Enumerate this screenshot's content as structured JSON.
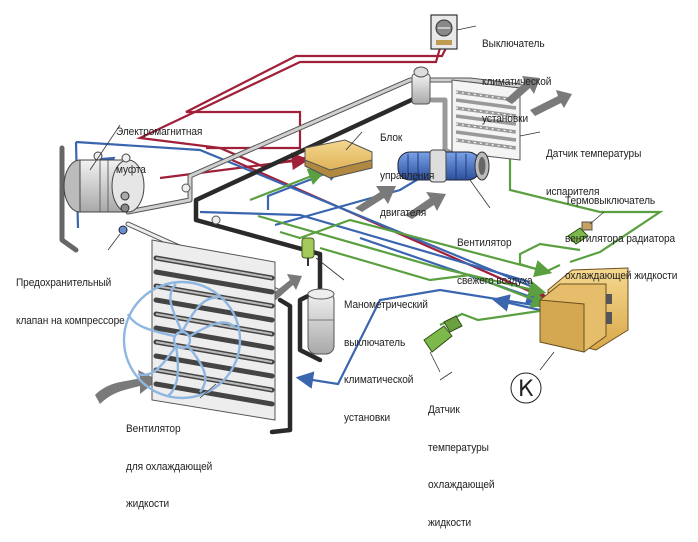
{
  "diagram": {
    "title": "",
    "labels": {
      "climate_switch": [
        "Выключатель",
        "климатической",
        "установки"
      ],
      "electromagnetic_clutch": [
        "Электромагнитная",
        "муфта"
      ],
      "engine_control_unit": [
        "Блок",
        "управления",
        "двигателя"
      ],
      "evaporator_temp_sensor": [
        "Датчик температуры",
        "испарителя"
      ],
      "radiator_fan_thermoswitch": [
        "Термовыключатель",
        "вентилятора радиатора",
        "охлаждающей жидкости"
      ],
      "fresh_air_fan": [
        "Вентилятор",
        "свежего воздуха"
      ],
      "compressor_relief_valve": [
        "Предохранительный",
        "клапан на компрессоре"
      ],
      "pressure_switch": [
        "Манометрический",
        "выключатель",
        "климатической",
        "установки"
      ],
      "coolant_temp_sensor": [
        "Датчик",
        "температуры",
        "охлаждающей",
        "жидкости"
      ],
      "coolant_fan": [
        "Вентилятор",
        "для охлаждающей",
        "жидкости"
      ]
    },
    "control_unit_symbol": "К",
    "colors": {
      "red_wire": "#a0203a",
      "blue_wire": "#3a66b0",
      "green_wire": "#5aa040",
      "pipe": "#3a3a3a",
      "pipe_light": "#c8c8c8",
      "airflow_arrow": "#7a7a7a",
      "control_module": "#e8c070",
      "fan_blower": "#4a7ad0",
      "fan_blade": "#a8c8e8"
    }
  }
}
